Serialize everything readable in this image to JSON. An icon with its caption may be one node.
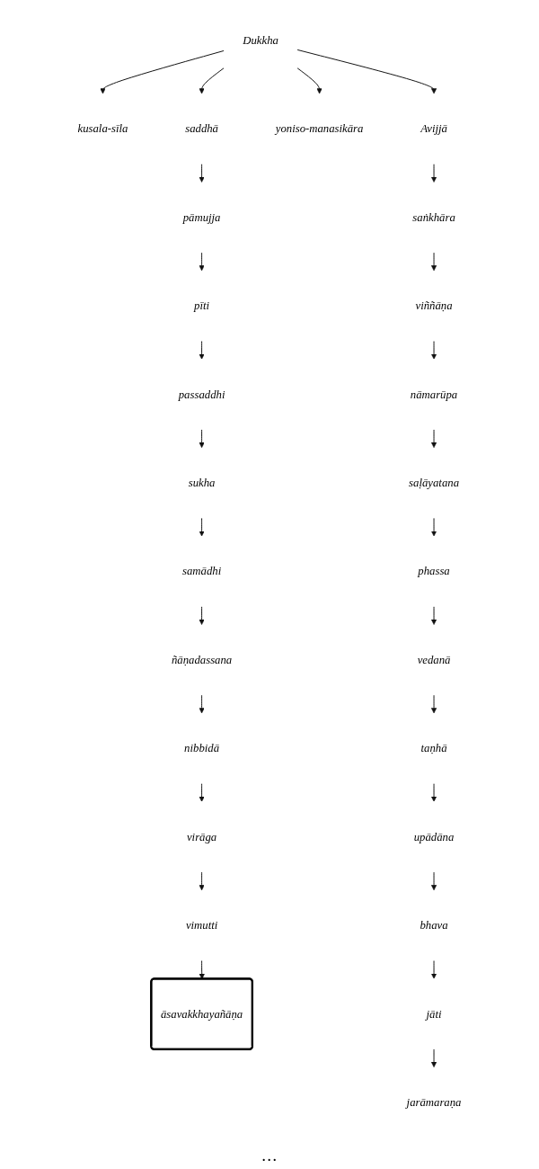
{
  "diagram": {
    "nodes": [
      {
        "text": [
          "āsavakkhayañāṇa"
        ]
      },
      {
        "text": [
          "vimutti"
        ]
      },
      {
        "text": [
          "virāga"
        ]
      },
      {
        "text": [
          "nibbidā"
        ]
      },
      {
        "text": [
          "ñāṇadassana"
        ]
      },
      {
        "text": [
          "samādhi"
        ]
      },
      {
        "text": [
          "sukha"
        ]
      },
      {
        "text": [
          "passaddhi"
        ]
      },
      {
        "text": [
          "pīti"
        ]
      },
      {
        "text": [
          "pāmujja"
        ]
      },
      {
        "text": [
          "kusala-sīla"
        ]
      },
      {
        "text": [
          "saddhā"
        ]
      },
      {
        "text": [
          "yoniso-manasikāra"
        ]
      },
      {
        "text": [
          "Dukkha"
        ]
      },
      {
        "text": [
          "jarāmaraṇa"
        ]
      },
      {
        "text": [
          "Avijjā"
        ]
      },
      {
        "text": [
          "saṅkhāra"
        ]
      },
      {
        "text": [
          "viññāṇa"
        ]
      },
      {
        "text": [
          "nāmarūpa"
        ]
      },
      {
        "text": [
          "saḷāyatana"
        ]
      },
      {
        "text": [
          "phassa"
        ]
      },
      {
        "text": [
          "vedanā"
        ]
      },
      {
        "text": [
          "taṇhā"
        ]
      },
      {
        "text": [
          "upādāna"
        ]
      },
      {
        "text": [
          "bhava"
        ]
      },
      {
        "text": [
          "jāti"
        ]
      }
    ],
    "edges": [
      {
        "from": 13,
        "to": 10,
        "arrow": "to"
      },
      {
        "from": 13,
        "to": 11,
        "arrow": "to"
      },
      {
        "from": 13,
        "to": 12,
        "arrow": "to"
      },
      {
        "from": 11,
        "to": 9,
        "arrow": "to"
      },
      {
        "from": 9,
        "to": 8,
        "arrow": "to"
      },
      {
        "from": 8,
        "to": 7,
        "arrow": "to"
      },
      {
        "from": 7,
        "to": 6,
        "arrow": "to"
      },
      {
        "from": 6,
        "to": 5,
        "arrow": "to"
      },
      {
        "from": 5,
        "to": 4,
        "arrow": "to"
      },
      {
        "from": 4,
        "to": 3,
        "arrow": "to"
      },
      {
        "from": 3,
        "to": 2,
        "arrow": "to"
      },
      {
        "from": 2,
        "to": 1,
        "arrow": "to"
      },
      {
        "from": 1,
        "to": 0,
        "arrow": "to"
      },
      {
        "from": 13,
        "to": 15,
        "arrow": "to"
      },
      {
        "from": 15,
        "to": 16,
        "arrow": "to"
      },
      {
        "from": 16,
        "to": 17,
        "arrow": "to"
      },
      {
        "from": 17,
        "to": 18,
        "arrow": "to"
      },
      {
        "from": 18,
        "to": 19,
        "arrow": "to"
      },
      {
        "from": 19,
        "to": 20,
        "arrow": "to"
      },
      {
        "from": 20,
        "to": 21,
        "arrow": "to"
      },
      {
        "from": 21,
        "to": 22,
        "arrow": "to"
      },
      {
        "from": 22,
        "to": 23,
        "arrow": "to"
      },
      {
        "from": 23,
        "to": 24,
        "arrow": "to"
      },
      {
        "from": 24,
        "to": 25,
        "arrow": "to"
      },
      {
        "from": 25,
        "to": 14,
        "arrow": "to"
      }
    ],
    "labels": [
      "…"
    ]
  }
}
